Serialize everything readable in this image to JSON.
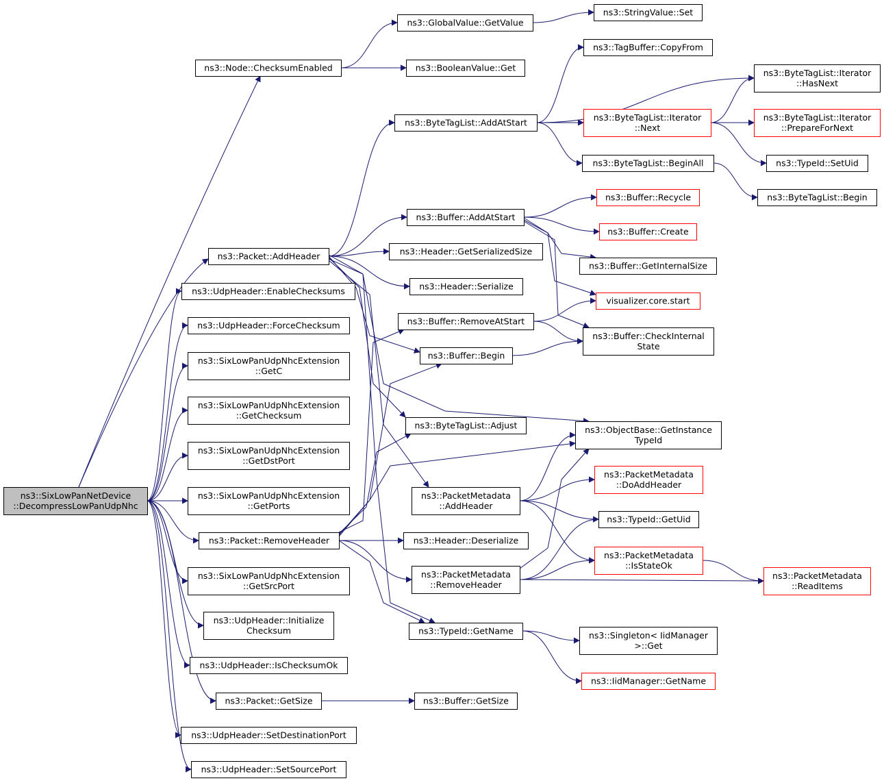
{
  "colors": {
    "edge": "#191970",
    "root_fill": "#bfbfbf",
    "node_fill": "#ffffff",
    "node_border": "#000000",
    "truncated_border": "#ff0000"
  },
  "nodes": [
    {
      "id": "root",
      "lines": [
        "ns3::SixLowPanNetDevice",
        "::DecompressLowPanUdpNhc"
      ],
      "kind": "root"
    },
    {
      "id": "checksum_enabled",
      "lines": [
        "ns3::Node::ChecksumEnabled"
      ],
      "kind": "normal"
    },
    {
      "id": "globalvalue_getvalue",
      "lines": [
        "ns3::GlobalValue::GetValue"
      ],
      "kind": "normal"
    },
    {
      "id": "stringvalue_set",
      "lines": [
        "ns3::StringValue::Set"
      ],
      "kind": "normal"
    },
    {
      "id": "booleanvalue_get",
      "lines": [
        "ns3::BooleanValue::Get"
      ],
      "kind": "normal"
    },
    {
      "id": "tagbuffer_copyfrom",
      "lines": [
        "ns3::TagBuffer::CopyFrom"
      ],
      "kind": "normal"
    },
    {
      "id": "bytetaglist_iterator_hasnext",
      "lines": [
        "ns3::ByteTagList::Iterator",
        "::HasNext"
      ],
      "kind": "normal"
    },
    {
      "id": "bytetaglist_addatstart",
      "lines": [
        "ns3::ByteTagList::AddAtStart"
      ],
      "kind": "normal"
    },
    {
      "id": "bytetaglist_iterator_next",
      "lines": [
        "ns3::ByteTagList::Iterator",
        "::Next"
      ],
      "kind": "truncated"
    },
    {
      "id": "bytetaglist_iterator_prepare",
      "lines": [
        "ns3::ByteTagList::Iterator",
        "::PrepareForNext"
      ],
      "kind": "truncated"
    },
    {
      "id": "typeid_setuid",
      "lines": [
        "ns3::TypeId::SetUid"
      ],
      "kind": "normal"
    },
    {
      "id": "bytetaglist_beginall",
      "lines": [
        "ns3::ByteTagList::BeginAll"
      ],
      "kind": "normal"
    },
    {
      "id": "bytetaglist_begin",
      "lines": [
        "ns3::ByteTagList::Begin"
      ],
      "kind": "normal"
    },
    {
      "id": "buffer_recycle",
      "lines": [
        "ns3::Buffer::Recycle"
      ],
      "kind": "truncated"
    },
    {
      "id": "buffer_addatstart",
      "lines": [
        "ns3::Buffer::AddAtStart"
      ],
      "kind": "normal"
    },
    {
      "id": "buffer_create",
      "lines": [
        "ns3::Buffer::Create"
      ],
      "kind": "truncated"
    },
    {
      "id": "packet_addheader",
      "lines": [
        "ns3::Packet::AddHeader"
      ],
      "kind": "normal"
    },
    {
      "id": "header_getserializedsize",
      "lines": [
        "ns3::Header::GetSerializedSize"
      ],
      "kind": "normal"
    },
    {
      "id": "buffer_getinternalsize",
      "lines": [
        "ns3::Buffer::GetInternalSize"
      ],
      "kind": "normal"
    },
    {
      "id": "udpheader_enablechecksums",
      "lines": [
        "ns3::UdpHeader::EnableChecksums"
      ],
      "kind": "normal"
    },
    {
      "id": "header_serialize",
      "lines": [
        "ns3::Header::Serialize"
      ],
      "kind": "normal"
    },
    {
      "id": "visualizer_core_start",
      "lines": [
        "visualizer.core.start"
      ],
      "kind": "truncated"
    },
    {
      "id": "buffer_removeatstart",
      "lines": [
        "ns3::Buffer::RemoveAtStart"
      ],
      "kind": "normal"
    },
    {
      "id": "udpheader_forcechecksum",
      "lines": [
        "ns3::UdpHeader::ForceChecksum"
      ],
      "kind": "normal"
    },
    {
      "id": "buffer_checkinternalstate",
      "lines": [
        "ns3::Buffer::CheckInternal",
        "State"
      ],
      "kind": "normal"
    },
    {
      "id": "buffer_begin",
      "lines": [
        "ns3::Buffer::Begin"
      ],
      "kind": "normal"
    },
    {
      "id": "nhc_getc",
      "lines": [
        "ns3::SixLowPanUdpNhcExtension",
        "::GetC"
      ],
      "kind": "normal"
    },
    {
      "id": "nhc_getchecksum",
      "lines": [
        "ns3::SixLowPanUdpNhcExtension",
        "::GetChecksum"
      ],
      "kind": "normal"
    },
    {
      "id": "bytetaglist_adjust",
      "lines": [
        "ns3::ByteTagList::Adjust"
      ],
      "kind": "normal"
    },
    {
      "id": "objectbase_getinstancetypeid",
      "lines": [
        "ns3::ObjectBase::GetInstance",
        "TypeId"
      ],
      "kind": "normal"
    },
    {
      "id": "nhc_getdstport",
      "lines": [
        "ns3::SixLowPanUdpNhcExtension",
        "::GetDstPort"
      ],
      "kind": "normal"
    },
    {
      "id": "packetmetadata_doaddheader",
      "lines": [
        "ns3::PacketMetadata",
        "::DoAddHeader"
      ],
      "kind": "truncated"
    },
    {
      "id": "packetmetadata_addheader",
      "lines": [
        "ns3::PacketMetadata",
        "::AddHeader"
      ],
      "kind": "normal"
    },
    {
      "id": "nhc_getports",
      "lines": [
        "ns3::SixLowPanUdpNhcExtension",
        "::GetPorts"
      ],
      "kind": "normal"
    },
    {
      "id": "typeid_getuid",
      "lines": [
        "ns3::TypeId::GetUid"
      ],
      "kind": "normal"
    },
    {
      "id": "packet_removeheader",
      "lines": [
        "ns3::Packet::RemoveHeader"
      ],
      "kind": "normal"
    },
    {
      "id": "header_deserialize",
      "lines": [
        "ns3::Header::Deserialize"
      ],
      "kind": "normal"
    },
    {
      "id": "packetmetadata_isstateok",
      "lines": [
        "ns3::PacketMetadata",
        "::IsStateOk"
      ],
      "kind": "truncated"
    },
    {
      "id": "packetmetadata_removeheader",
      "lines": [
        "ns3::PacketMetadata",
        "::RemoveHeader"
      ],
      "kind": "normal"
    },
    {
      "id": "packetmetadata_readitems",
      "lines": [
        "ns3::PacketMetadata",
        "::ReadItems"
      ],
      "kind": "truncated"
    },
    {
      "id": "nhc_getsrcport",
      "lines": [
        "ns3::SixLowPanUdpNhcExtension",
        "::GetSrcPort"
      ],
      "kind": "normal"
    },
    {
      "id": "udpheader_initializechecksum",
      "lines": [
        "ns3::UdpHeader::Initialize",
        "Checksum"
      ],
      "kind": "normal"
    },
    {
      "id": "typeid_getname",
      "lines": [
        "ns3::TypeId::GetName"
      ],
      "kind": "normal"
    },
    {
      "id": "singleton_iidmanager_get",
      "lines": [
        "ns3::Singleton< IidManager",
        ">::Get"
      ],
      "kind": "normal"
    },
    {
      "id": "udpheader_ischecksumok",
      "lines": [
        "ns3::UdpHeader::IsChecksumOk"
      ],
      "kind": "normal"
    },
    {
      "id": "iidmanager_getname",
      "lines": [
        "ns3::IidManager::GetName"
      ],
      "kind": "truncated"
    },
    {
      "id": "packet_getsize",
      "lines": [
        "ns3::Packet::GetSize"
      ],
      "kind": "normal"
    },
    {
      "id": "buffer_getsize",
      "lines": [
        "ns3::Buffer::GetSize"
      ],
      "kind": "normal"
    },
    {
      "id": "udpheader_setdestinationport",
      "lines": [
        "ns3::UdpHeader::SetDestinationPort"
      ],
      "kind": "normal"
    },
    {
      "id": "udpheader_setsourceport",
      "lines": [
        "ns3::UdpHeader::SetSourcePort"
      ],
      "kind": "normal"
    }
  ],
  "edges": [
    [
      "root",
      "checksum_enabled"
    ],
    [
      "root",
      "packet_addheader"
    ],
    [
      "root",
      "udpheader_enablechecksums"
    ],
    [
      "root",
      "udpheader_forcechecksum"
    ],
    [
      "root",
      "nhc_getc"
    ],
    [
      "root",
      "nhc_getchecksum"
    ],
    [
      "root",
      "nhc_getdstport"
    ],
    [
      "root",
      "nhc_getports"
    ],
    [
      "root",
      "packet_removeheader"
    ],
    [
      "root",
      "nhc_getsrcport"
    ],
    [
      "root",
      "udpheader_initializechecksum"
    ],
    [
      "root",
      "udpheader_ischecksumok"
    ],
    [
      "root",
      "packet_getsize"
    ],
    [
      "root",
      "udpheader_setdestinationport"
    ],
    [
      "root",
      "udpheader_setsourceport"
    ],
    [
      "checksum_enabled",
      "globalvalue_getvalue"
    ],
    [
      "checksum_enabled",
      "booleanvalue_get"
    ],
    [
      "globalvalue_getvalue",
      "stringvalue_set"
    ],
    [
      "packet_addheader",
      "bytetaglist_addatstart"
    ],
    [
      "packet_addheader",
      "buffer_addatstart"
    ],
    [
      "packet_addheader",
      "header_getserializedsize"
    ],
    [
      "packet_addheader",
      "header_serialize"
    ],
    [
      "packet_addheader",
      "buffer_begin"
    ],
    [
      "packet_addheader",
      "bytetaglist_adjust"
    ],
    [
      "packet_addheader",
      "objectbase_getinstancetypeid"
    ],
    [
      "packet_addheader",
      "packetmetadata_addheader"
    ],
    [
      "packet_addheader",
      "typeid_getname"
    ],
    [
      "bytetaglist_addatstart",
      "tagbuffer_copyfrom"
    ],
    [
      "bytetaglist_addatstart",
      "bytetaglist_iterator_hasnext"
    ],
    [
      "bytetaglist_addatstart",
      "bytetaglist_iterator_next"
    ],
    [
      "bytetaglist_addatstart",
      "bytetaglist_beginall"
    ],
    [
      "bytetaglist_iterator_next",
      "bytetaglist_iterator_hasnext"
    ],
    [
      "bytetaglist_iterator_next",
      "bytetaglist_iterator_prepare"
    ],
    [
      "bytetaglist_iterator_next",
      "typeid_setuid"
    ],
    [
      "bytetaglist_beginall",
      "bytetaglist_begin"
    ],
    [
      "buffer_addatstart",
      "buffer_recycle"
    ],
    [
      "buffer_addatstart",
      "buffer_create"
    ],
    [
      "buffer_addatstart",
      "buffer_getinternalsize"
    ],
    [
      "buffer_addatstart",
      "visualizer_core_start"
    ],
    [
      "buffer_addatstart",
      "buffer_checkinternalstate"
    ],
    [
      "buffer_removeatstart",
      "visualizer_core_start"
    ],
    [
      "buffer_removeatstart",
      "buffer_checkinternalstate"
    ],
    [
      "buffer_begin",
      "buffer_checkinternalstate"
    ],
    [
      "packetmetadata_addheader",
      "objectbase_getinstancetypeid"
    ],
    [
      "packetmetadata_addheader",
      "packetmetadata_doaddheader"
    ],
    [
      "packetmetadata_addheader",
      "typeid_getuid"
    ],
    [
      "packetmetadata_addheader",
      "packetmetadata_isstateok"
    ],
    [
      "packet_removeheader",
      "buffer_removeatstart"
    ],
    [
      "packet_removeheader",
      "buffer_begin"
    ],
    [
      "packet_removeheader",
      "bytetaglist_adjust"
    ],
    [
      "packet_removeheader",
      "objectbase_getinstancetypeid"
    ],
    [
      "packet_removeheader",
      "header_deserialize"
    ],
    [
      "packet_removeheader",
      "packetmetadata_removeheader"
    ],
    [
      "packet_removeheader",
      "typeid_getname"
    ],
    [
      "packetmetadata_removeheader",
      "objectbase_getinstancetypeid"
    ],
    [
      "packetmetadata_removeheader",
      "typeid_getuid"
    ],
    [
      "packetmetadata_removeheader",
      "packetmetadata_isstateok"
    ],
    [
      "packetmetadata_removeheader",
      "packetmetadata_readitems"
    ],
    [
      "packetmetadata_isstateok",
      "packetmetadata_readitems"
    ],
    [
      "typeid_getname",
      "singleton_iidmanager_get"
    ],
    [
      "typeid_getname",
      "iidmanager_getname"
    ],
    [
      "packet_getsize",
      "buffer_getsize"
    ]
  ]
}
